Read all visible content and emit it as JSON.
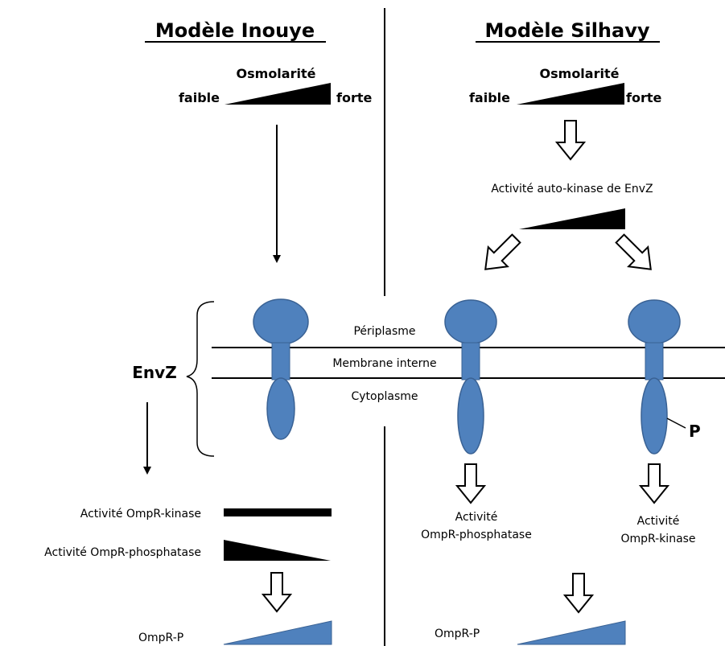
{
  "left": {
    "title": "Modèle Inouye",
    "osmolarity": {
      "label": "Osmolarité",
      "low": "faible",
      "high": "forte"
    },
    "kinase_label": "Activité OmpR-kinase",
    "phosphatase_label": "Activité OmpR-phosphatase",
    "ompr_label": "OmpR-P"
  },
  "right": {
    "title": "Modèle Silhavy",
    "osmolarity": {
      "label": "Osmolarité",
      "low": "faible",
      "high": "forte"
    },
    "autokinase_label": "Activité auto-kinase de EnvZ",
    "phosphatase_label": [
      "Activité",
      "OmpR-phosphatase"
    ],
    "kinase_label": [
      "Activité",
      "OmpR-kinase"
    ],
    "phospho_mark": "P",
    "ompr_label": "OmpR-P"
  },
  "membrane": {
    "periplasm": "Périplasme",
    "inner_membrane": "Membrane interne",
    "cytoplasm": "Cytoplasme"
  },
  "envz_label": "EnvZ",
  "colors": {
    "protein": "#4f81bd",
    "protein_stroke": "#3a6294",
    "line": "#000000"
  }
}
